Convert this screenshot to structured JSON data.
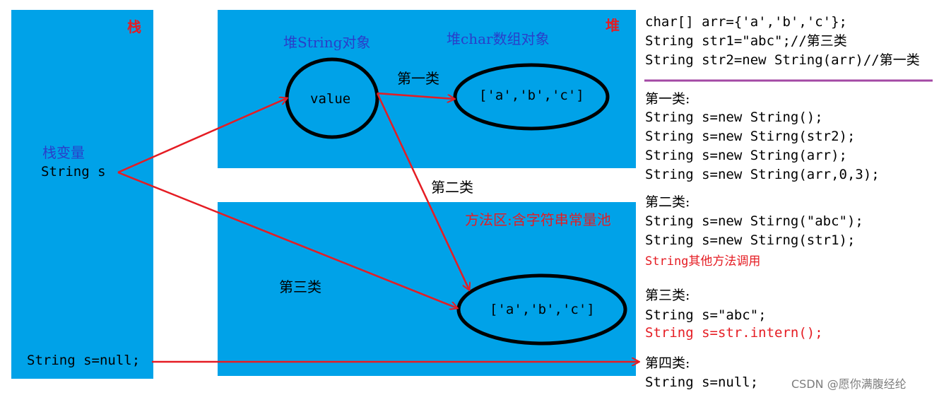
{
  "stack": {
    "title": "栈",
    "var_label": "栈变量",
    "var_decl": "String s",
    "null_decl": "String s=null;"
  },
  "heap": {
    "title": "堆",
    "string_obj_label": "堆String对象",
    "char_array_label": "堆char数组对象",
    "value_text": "value",
    "array_text": "['a','b','c']"
  },
  "method_area": {
    "title": "方法区:含字符串常量池",
    "array_text": "['a','b','c']"
  },
  "arrows": {
    "first": "第一类",
    "second": "第二类",
    "third": "第三类"
  },
  "code": {
    "header": [
      "char[] arr={'a','b','c'};",
      "String str1=\"abc\";//第三类",
      "String str2=new String(arr)//第一类"
    ],
    "cat1_title": "第一类:",
    "cat1": [
      "String s=new String();",
      "String s=new Stirng(str2);",
      "String s=new String(arr);",
      "String s=new String(arr,0,3);"
    ],
    "cat2_title": "第二类:",
    "cat2": [
      "String s=new Stirng(\"abc\");",
      "String s=new Stirng(str1);"
    ],
    "cat2_note": "String其他方法调用",
    "cat3_title": "第三类:",
    "cat3": [
      "String s=\"abc\";"
    ],
    "cat3_red": "String s=str.intern();",
    "cat4_title": "第四类:",
    "cat4": [
      "String s=null;"
    ]
  },
  "watermark": "CSDN @愿你满腹经纶",
  "colors": {
    "panel": "#00a2e8",
    "arrow": "#e51c23",
    "label_blue": "#2a3ec9",
    "separator": "#a349a4"
  }
}
